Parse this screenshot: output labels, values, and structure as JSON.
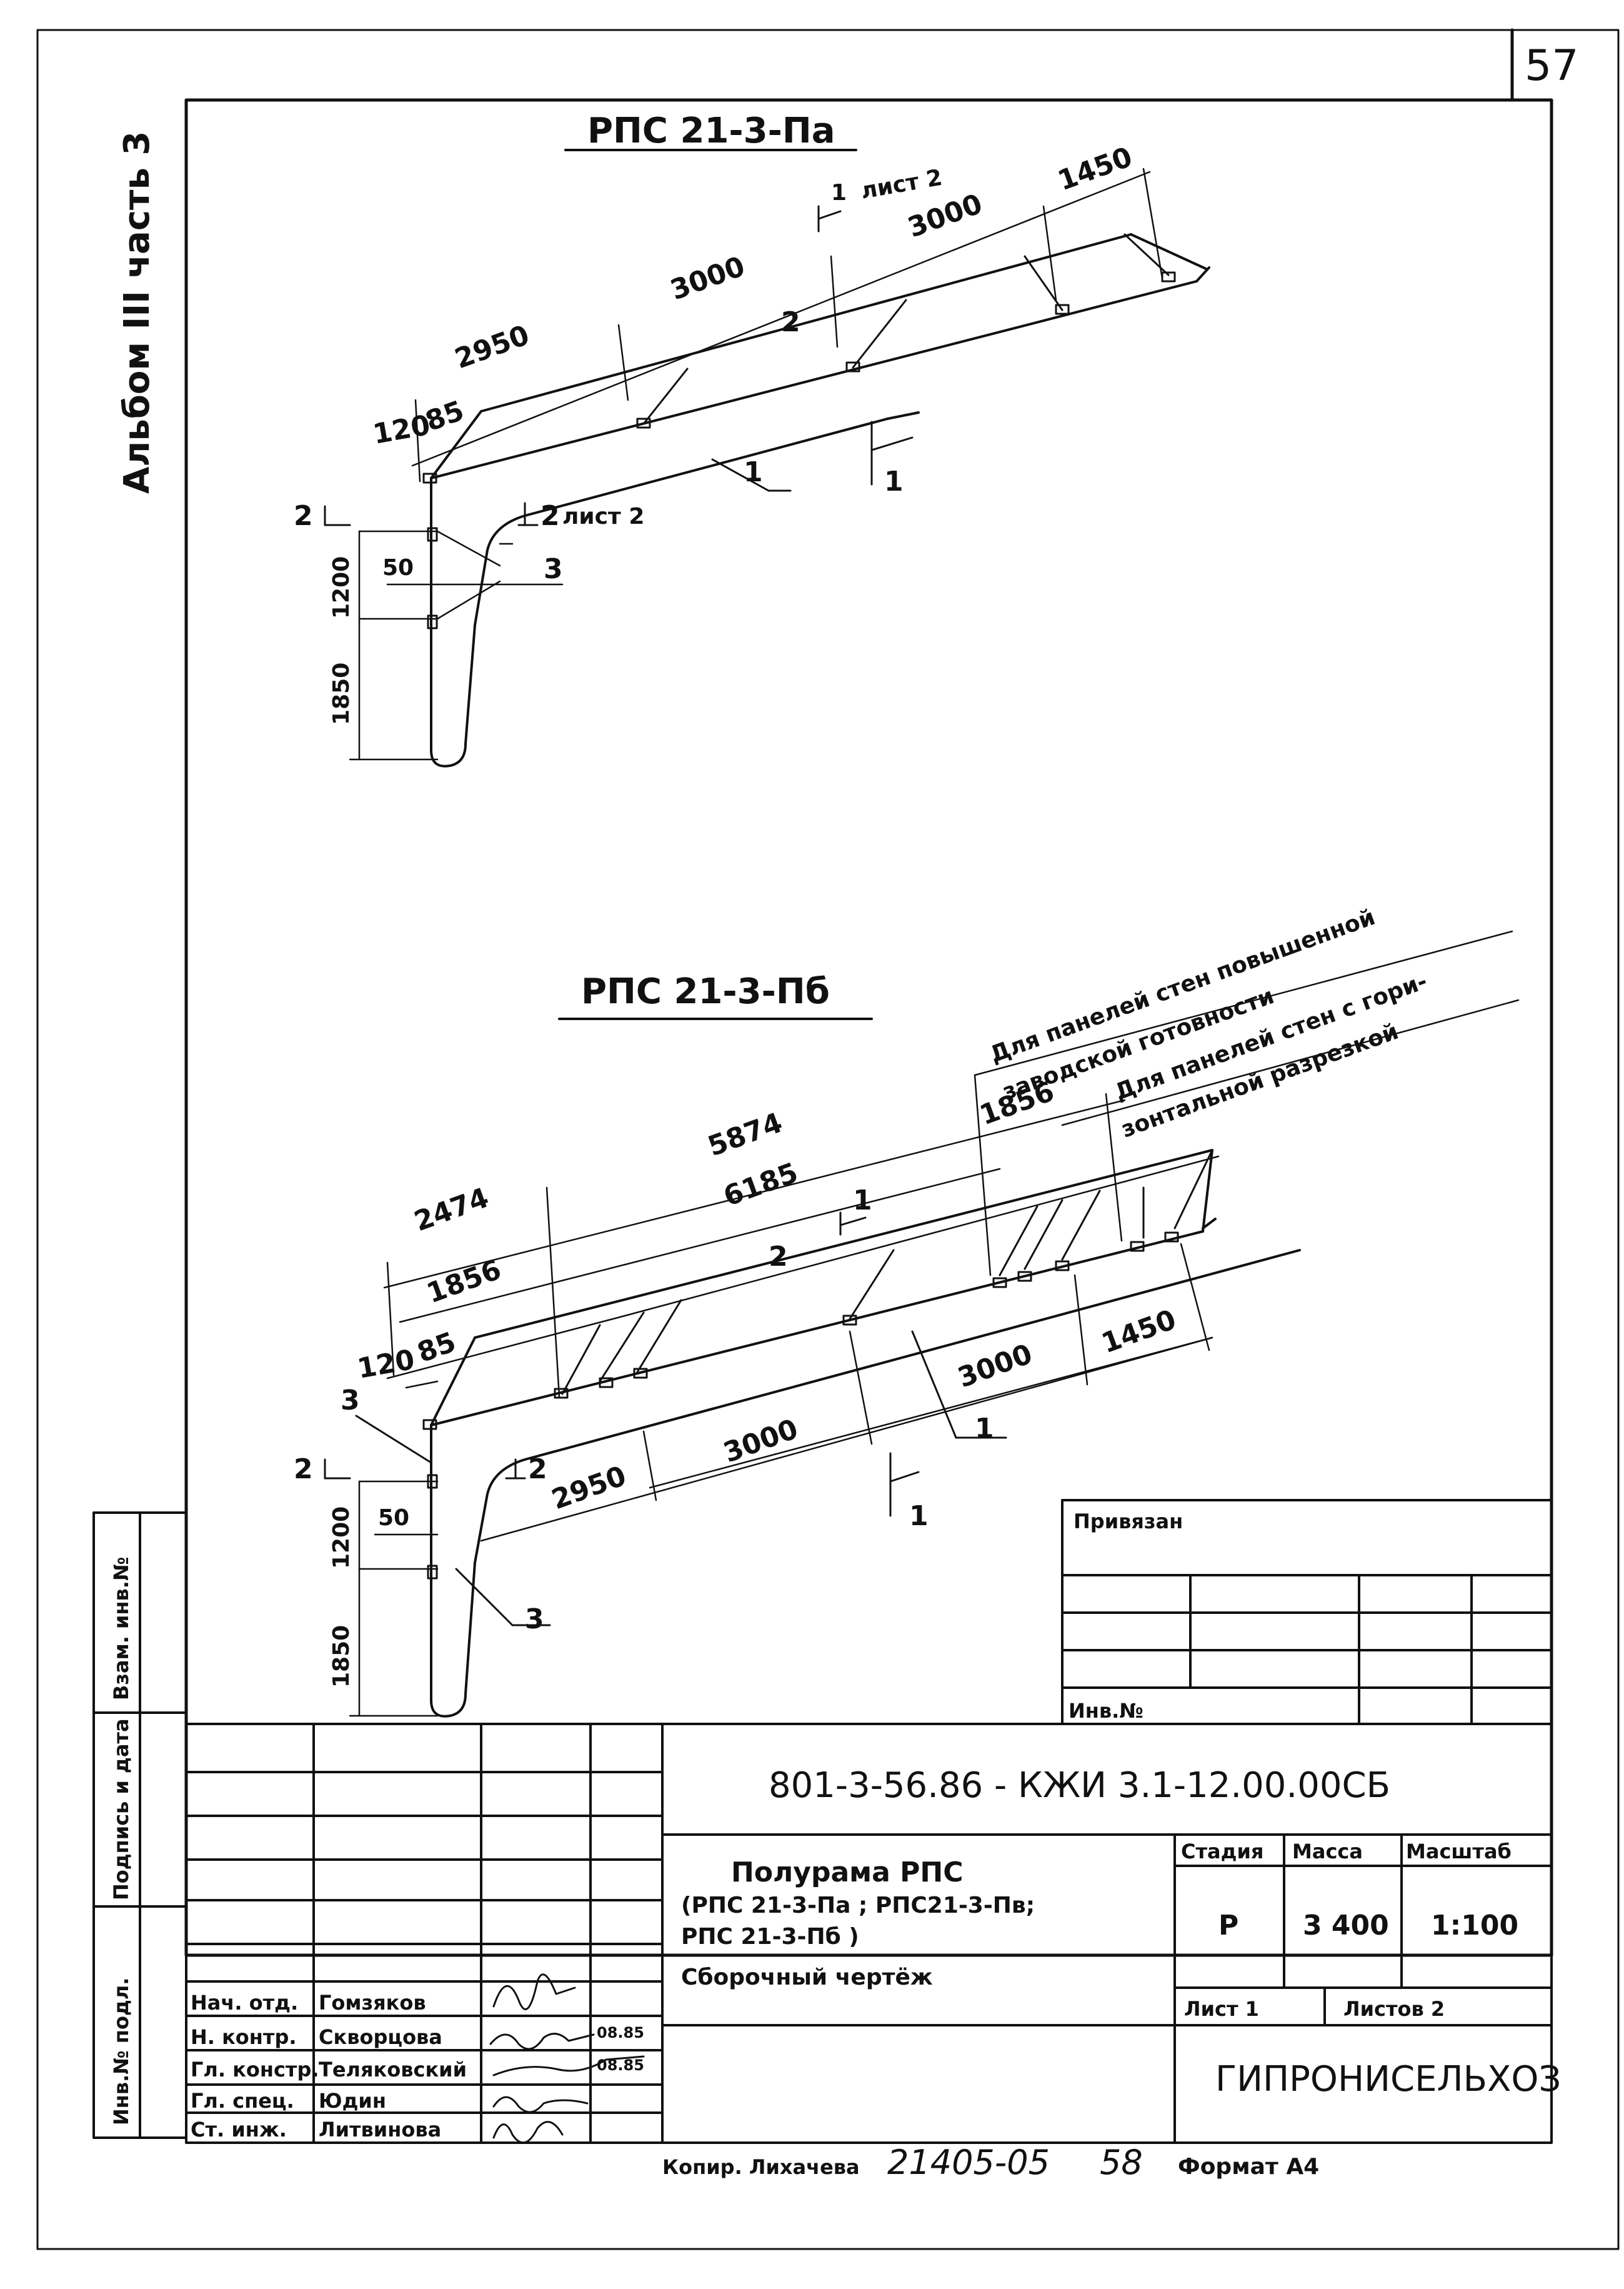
{
  "page_number": "57",
  "album_side": "Альбом III часть 3",
  "view_a": {
    "title": "РПС 21-3-Па",
    "dims": {
      "d120": "120",
      "d85": "85",
      "d2950": "2950",
      "d3000a": "3000",
      "d3000b": "3000",
      "d1450": "1450",
      "d1200": "1200",
      "d1850": "1850",
      "d50": "50"
    },
    "labels": {
      "pos1": "1",
      "pos2": "2",
      "pos3": "3",
      "sec1": "1",
      "sec1_sheet": "лист 2",
      "sec1_low": "1",
      "sec2": "2",
      "sec2b": "2",
      "sec2_sheet": "лист 2"
    }
  },
  "view_b": {
    "title": "РПС 21-3-Пб",
    "note_1": "Для панелей стен повышенной",
    "note_2": "заводской готовности",
    "note_3": "Для панелей стен с гори-",
    "note_4": "зонтальной разрезкой",
    "dims": {
      "d5874": "5874",
      "d1856a": "1856",
      "d2474": "2474",
      "d6185": "6185",
      "d1856b": "1856",
      "d120": "120",
      "d85": "85",
      "d3000a": "3000",
      "d3000b": "3000",
      "d1450": "1450",
      "d2950": "2950",
      "d1200": "1200",
      "d1850": "1850",
      "d50": "50"
    },
    "labels": {
      "pos1": "1",
      "pos2": "2",
      "pos3a": "3",
      "pos3b": "3",
      "sec1": "1",
      "sec1_low": "1",
      "sec2": "2",
      "sec2b": "2"
    }
  },
  "side_stamp": [
    "Инв.№ подл.",
    "Подпись и дата",
    "Взам. инв.№"
  ],
  "privyazan": {
    "title": "Привязан",
    "inv": "Инв.№"
  },
  "title_block": {
    "doc_code": "801-3-56.86 - КЖИ 3.1-12.00.00СБ",
    "name_1": "Полурама РПС",
    "name_2": "(РПС 21-3-Па ; РПС21-3-Пв;",
    "name_3": "РПС 21-3-Пб )",
    "name_4": "Сборочный чертёж",
    "col_stage": "Стадия",
    "col_mass": "Масса",
    "col_scale": "Масштаб",
    "stage": "Р",
    "mass": "3 400",
    "scale": "1:100",
    "sheet": "Лист 1",
    "sheets": "Листов 2",
    "org": "ГИПРОНИСЕЛЬХОЗ",
    "staff": [
      {
        "role": "Нач. отд.",
        "name": "Гомзяков",
        "date": ""
      },
      {
        "role": "Н. контр.",
        "name": "Скворцова",
        "date": "08.85"
      },
      {
        "role": "Гл. констр.",
        "name": "Теляковский",
        "date": "08.85"
      },
      {
        "role": "Гл. спец.",
        "name": "Юдин",
        "date": ""
      },
      {
        "role": "Ст. инж.",
        "name": "Литвинова",
        "date": ""
      }
    ]
  },
  "footer": {
    "copy": "Копир. Лихачева",
    "order": "21405-05",
    "num": "58",
    "format": "Формат А4"
  }
}
